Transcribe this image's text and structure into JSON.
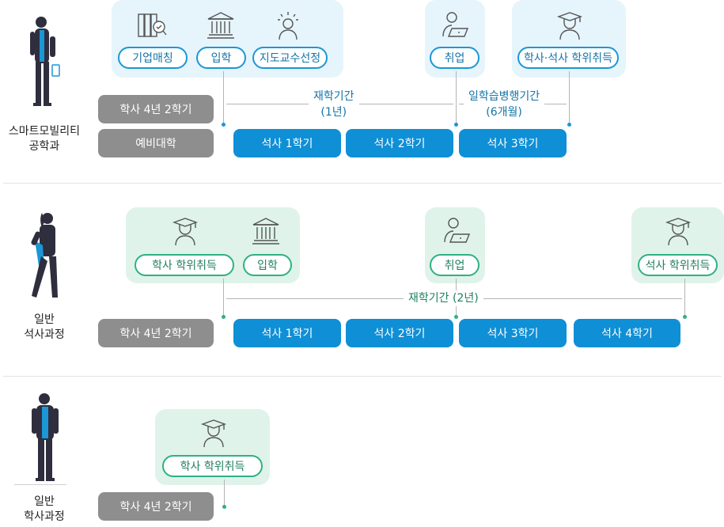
{
  "tracks": {
    "smart": {
      "line1": "스마트모빌리티",
      "line2": "공학과"
    },
    "master": {
      "line1": "일반",
      "line2": "석사과정"
    },
    "bachelor": {
      "line1": "일반",
      "line2": "학사과정"
    }
  },
  "smart": {
    "pills": {
      "matching": "기업매칭",
      "admission": "입학",
      "advisor": "지도교수선정",
      "employment": "취업",
      "degree": "학사·석사 학위취득"
    },
    "bars": {
      "undergrad": "학사 4년 2학기",
      "prep": "예비대학",
      "m1": "석사 1학기",
      "m2": "석사 2학기",
      "m3": "석사 3학기"
    },
    "period1": {
      "line1": "재학기간",
      "line2": "(1년)"
    },
    "period2": {
      "line1": "일학습병행기간",
      "line2": "(6개월)"
    }
  },
  "master": {
    "pills": {
      "degree_ba": "학사 학위취득",
      "admission": "입학",
      "employment": "취업",
      "degree_ms": "석사 학위취득"
    },
    "bars": {
      "undergrad": "학사 4년 2학기",
      "m1": "석사 1학기",
      "m2": "석사 2학기",
      "m3": "석사 3학기",
      "m4": "석사 4학기"
    },
    "period": "재학기간 (2년)"
  },
  "bachelor": {
    "pills": {
      "degree_ba": "학사 학위취득"
    },
    "bars": {
      "undergrad": "학사 4년 2학기"
    }
  },
  "colors": {
    "blue_panel": "#e6f4fc",
    "green_panel": "#dff3ea",
    "blue_accent": "#1b97d6",
    "green_accent": "#2fb083",
    "bar_blue": "#0f8fd6",
    "bar_gray": "#8e8e8e"
  },
  "icons": [
    "binder-magnifier-icon",
    "building-icon",
    "person-idea-icon",
    "person-laptop-icon",
    "graduate-icon",
    "person-figure-icon"
  ]
}
